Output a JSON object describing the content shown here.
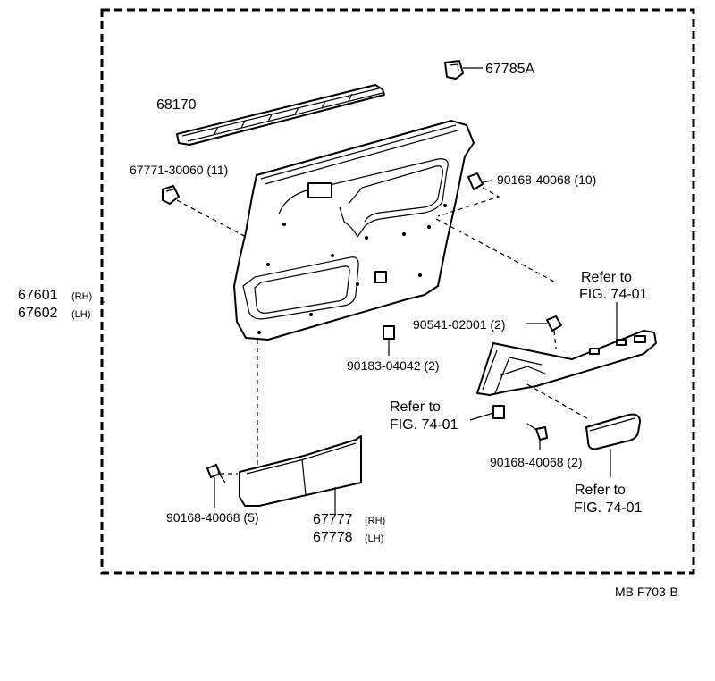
{
  "parts": {
    "molding": {
      "number": "68170"
    },
    "clip_top": {
      "number": "67785A"
    },
    "clip_left": {
      "number": "67771-30060 (11)"
    },
    "screw_top_right": {
      "number": "90168-40068 (10)"
    },
    "panel": {
      "rh": "67601",
      "rh_tag": "(RH)",
      "lh": "67602",
      "lh_tag": "(LH)"
    },
    "refer_right": {
      "line1": "Refer to",
      "line2": "FIG. 74-01"
    },
    "nut_clip": {
      "number": "90541-02001 (2)"
    },
    "panel_clip": {
      "number": "90183-04042 (2)"
    },
    "refer_mid": {
      "line1": "Refer to",
      "line2": "FIG. 74-01"
    },
    "screw_mid": {
      "number": "90168-40068 (2)"
    },
    "refer_bottom": {
      "line1": "Refer to",
      "line2": "FIG. 74-01"
    },
    "screw_left": {
      "number": "90168-40068 (5)"
    },
    "pocket": {
      "rh": "67777",
      "rh_tag": "(RH)",
      "lh": "67778",
      "lh_tag": "(LH)"
    }
  },
  "footer": {
    "code": "MB  F703-B"
  }
}
